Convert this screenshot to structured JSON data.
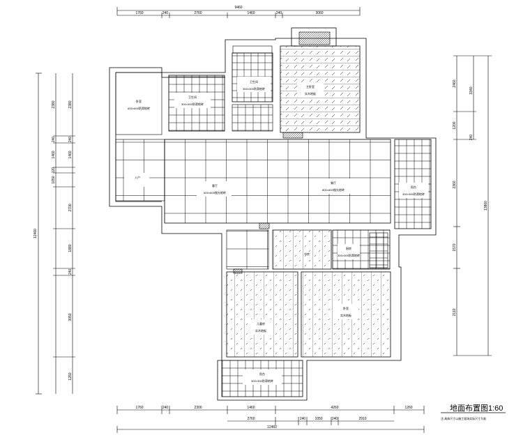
{
  "title": "地面布置图1:60",
  "note": "注:具体尺寸以施工现场实际尺寸为准",
  "top_dims": {
    "total": "9460",
    "segments": [
      "1760",
      "240",
      "2760",
      "1460",
      "240",
      "3060"
    ]
  },
  "bottom_dims": {
    "row1": [
      "1760",
      "240",
      "2300",
      "1460",
      "4260",
      "1260"
    ],
    "row2": [
      "2760",
      "240",
      "1050",
      "240",
      "2910"
    ],
    "total": "12460"
  },
  "left_dims": {
    "outer_total": "12460",
    "inner": [
      "2380",
      "240",
      "1460",
      "120",
      "1050",
      "2700",
      "1880",
      "240",
      "3050",
      "1260"
    ]
  },
  "right_dims": {
    "outer": [
      "2460",
      "1200",
      "2360",
      "1570",
      "2110"
    ],
    "inner": [
      "3340",
      "240"
    ],
    "total": "13860"
  },
  "rooms": [
    {
      "name": "卧室",
      "spec": "600×600防滑地砖"
    },
    {
      "name": "卫生间",
      "spec": "300×300防滑地砖"
    },
    {
      "name": "卫生间",
      "spec": "300×300防滑地砖"
    },
    {
      "name": "主卧室",
      "spec": "实木地板"
    },
    {
      "name": "客厅",
      "spec": "600×600抛光地砖"
    },
    {
      "name": "餐厅",
      "spec": "800×800抛光地砖"
    },
    {
      "name": "阳台",
      "spec": "300×300防滑地砖"
    },
    {
      "name": "书房",
      "spec": ""
    },
    {
      "name": "厨房",
      "spec": "300×300防滑地砖"
    },
    {
      "name": "儿童房",
      "spec": "实木地板"
    },
    {
      "name": "卧室",
      "spec": "实木地板"
    },
    {
      "name": "阳台",
      "spec": "300×300防滑地砖"
    },
    {
      "name": "入户",
      "spec": ""
    }
  ]
}
